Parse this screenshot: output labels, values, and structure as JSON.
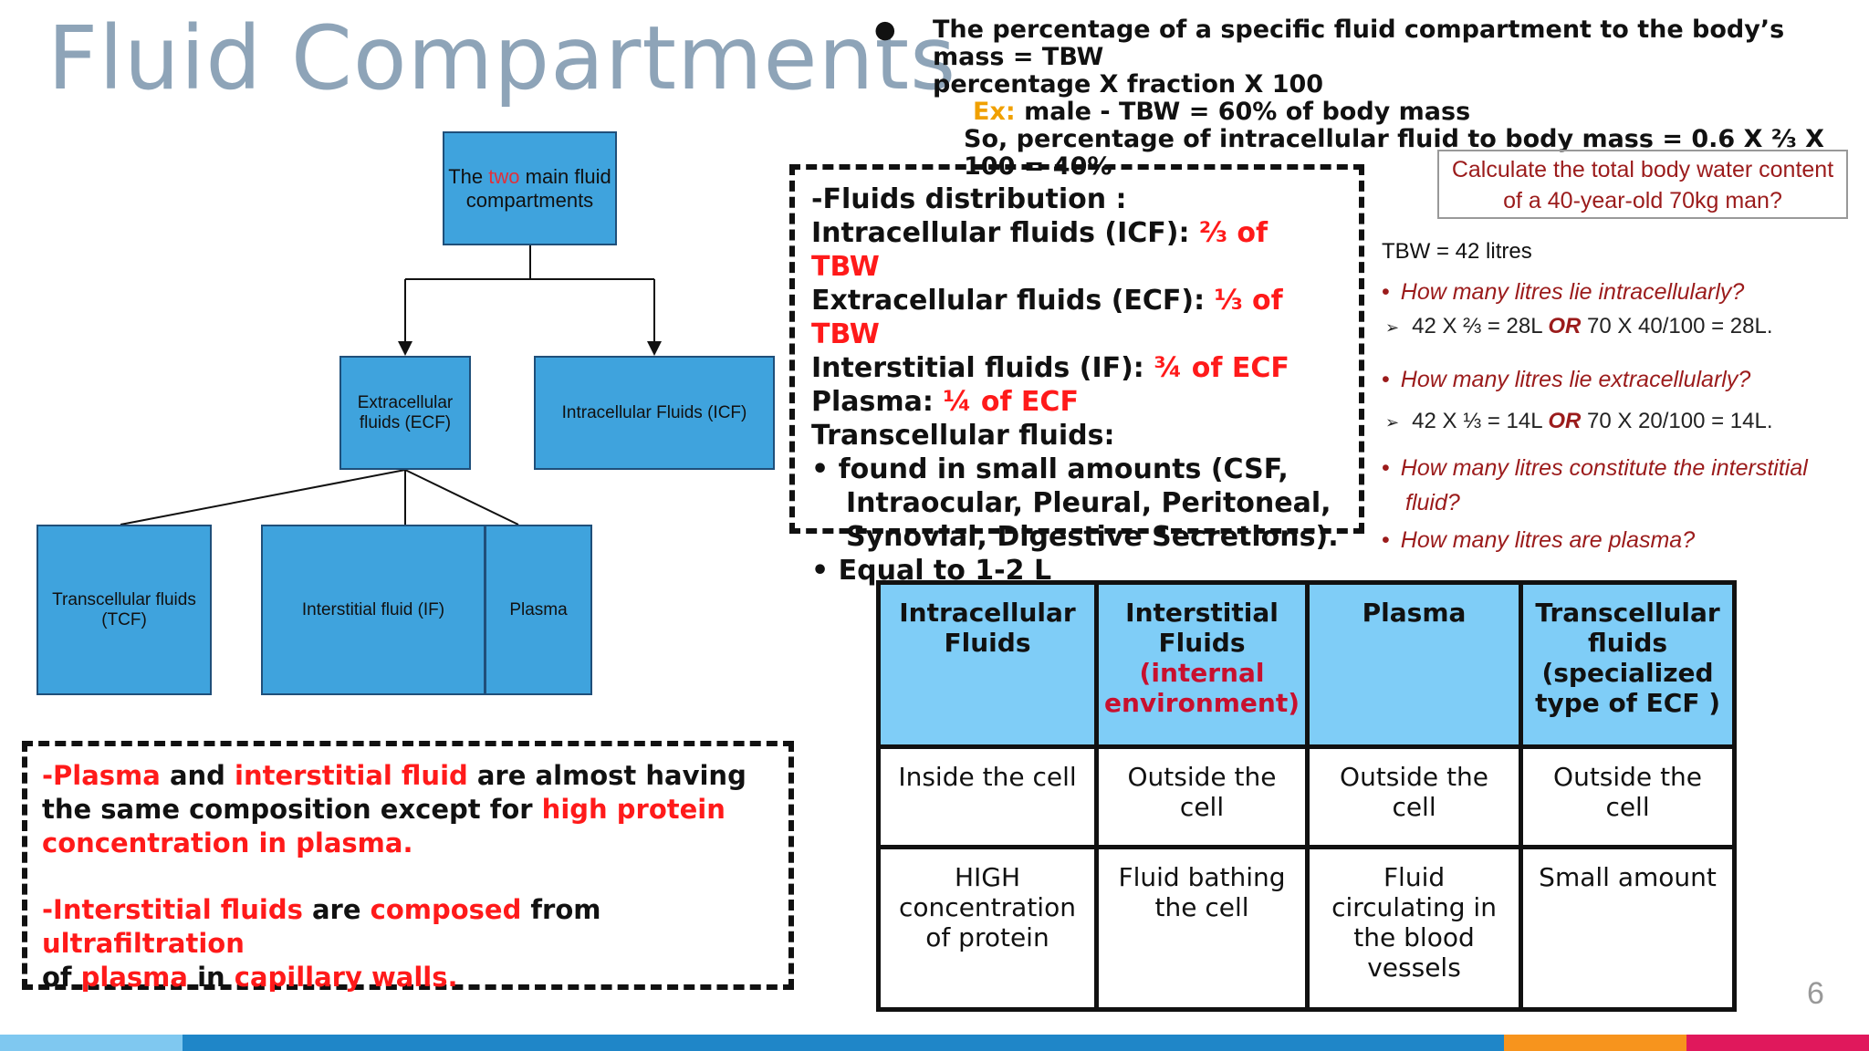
{
  "title": "Fluid Compartments",
  "top_note": {
    "line1": "The percentage of a specific fluid compartment to the body’s mass = TBW",
    "line2": "percentage X fraction X 100",
    "ex_label": "Ex:",
    "line3": " male - TBW = 60% of body mass",
    "line4": "So, percentage of intracellular fluid to body mass = 0.6 X ⅔  X 100 = 40%"
  },
  "diagram": {
    "root_pre": "The ",
    "root_red": "two",
    "root_post": " main fluid compartments",
    "ecf": "Extracellular fluids (ECF)",
    "icf": "Intracellular Fluids (ICF)",
    "tcf": "Transcellular fluids (TCF)",
    "if": "Interstitial fluid (IF)",
    "plasma": "Plasma"
  },
  "distribution": {
    "heading": "-Fluids distribution :",
    "icf_label": "Intracellular fluids (ICF): ",
    "icf_value": "⅔  of TBW",
    "ecf_label": "Extracellular fluids (ECF): ",
    "ecf_value": "⅓  of TBW",
    "if_label": "Interstitial fluids (IF): ",
    "if_value": "¾  of ECF",
    "plasma_label": "Plasma: ",
    "plasma_value": "¼ of ECF",
    "trans_label": "Transcellular fluids:",
    "bullet1": "•   found in small amounts (CSF, Intraocular, Pleural, Peritoneal, Synovial, Digestive Secretions).",
    "bullet2": "•  Equal to 1-2 L"
  },
  "question": {
    "text": "Calculate the total body water content of a 40-year-old 70kg man?",
    "tbw": "TBW = 42 litres",
    "q1": "How many litres lie intracellularly?",
    "a1_pre": "42 X ⅔ = 28L ",
    "a1_or": "OR",
    "a1_post": " 70 X 40/100 = 28L.",
    "q2": "How many litres lie extracellularly?",
    "a2_pre": "42 X ⅓ = 14L ",
    "a2_or": "OR",
    "a2_post": " 70 X 20/100 = 14L.",
    "q3": "How many litres constitute the interstitial fluid?",
    "q4": "How many litres are plasma?"
  },
  "note": {
    "p1_a": "-Plasma",
    "p1_b": " and ",
    "p1_c": "interstitial fluid",
    "p1_d": " are almost having the same composition except for ",
    "p1_e": "high protein concentration in plasma.",
    "p2_a": "-Interstitial fluids",
    "p2_b": " are ",
    "p2_c": "composed",
    "p2_d": " from ",
    "p2_e": "ultrafiltration",
    "p2_f": " of ",
    "p2_g": "plasma",
    "p2_h": " in ",
    "p2_i": "capillary walls."
  },
  "table": {
    "headers": [
      {
        "text": "Intracellular Fluids",
        "red": ""
      },
      {
        "text": "Interstitial Fluids",
        "red": "(internal environment)"
      },
      {
        "text": "Plasma",
        "red": ""
      },
      {
        "text": "Transcellular fluids (specialized type of ECF )",
        "red": ""
      }
    ],
    "row1": [
      "Inside the cell",
      "Outside the cell",
      "Outside the cell",
      "Outside the cell"
    ],
    "row2": [
      "HIGH concentration of protein",
      "Fluid bathing the cell",
      "Fluid circulating in the blood vessels",
      "Small amount"
    ]
  },
  "page_number": "6",
  "colors": {
    "title": "#8ea4b8",
    "box_fill": "#3fa3dd",
    "table_header": "#7fcdf7",
    "accent_red": "#ff1a1a",
    "question_red": "#9b1b1b",
    "ex_orange": "#f0a000",
    "strip": [
      "#7fc8f0",
      "#1f86c8",
      "#f7941d",
      "#e0185c"
    ]
  }
}
